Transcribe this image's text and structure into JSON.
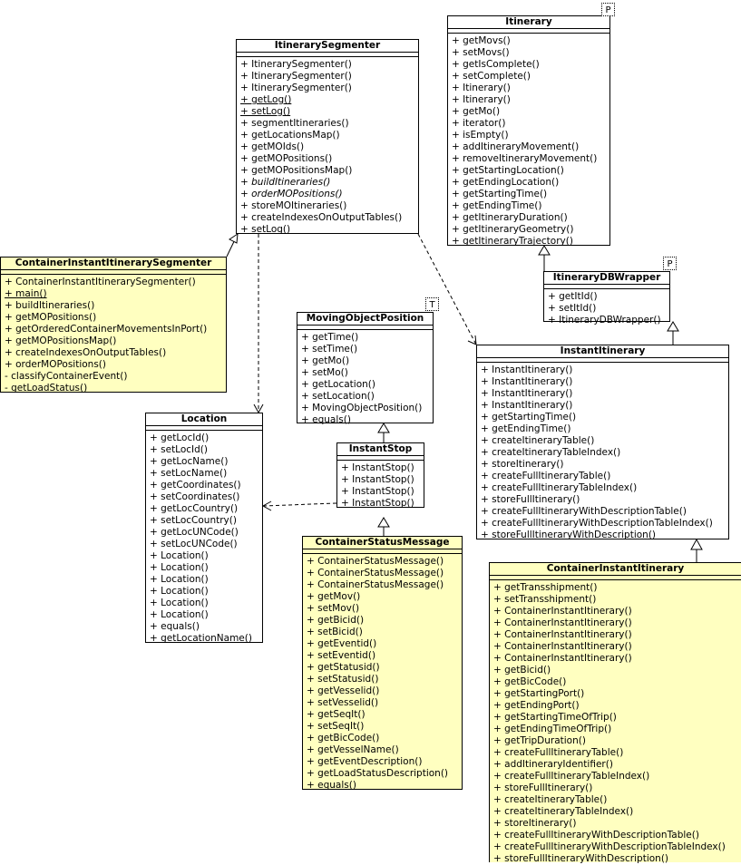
{
  "classes": {
    "itinerary_segmenter": {
      "name": "ItinerarySegmenter",
      "ops": [
        "+ ItinerarySegmenter()",
        "+ ItinerarySegmenter()",
        "+ ItinerarySegmenter()",
        "+ getLog()",
        "+ setLog()",
        "+ segmentItineraries()",
        "+ getLocationsMap()",
        "+ getMOIds()",
        "+ getMOPositions()",
        "+ getMOPositionsMap()",
        "+ buildItineraries()",
        "+ orderMOPositions()",
        "+ storeMOItineraries()",
        "+ createIndexesOnOutputTables()",
        "+ setLog()"
      ]
    },
    "itinerary": {
      "name": "Itinerary",
      "type_param": "P",
      "ops": [
        "+ getMovs()",
        "+ setMovs()",
        "+ getIsComplete()",
        "+ setComplete()",
        "+ Itinerary()",
        "+ Itinerary()",
        "+ getMo()",
        "+ iterator()",
        "+ isEmpty()",
        "+ addItineraryMovement()",
        "+ removeItineraryMovement()",
        "+ getStartingLocation()",
        "+ getEndingLocation()",
        "+ getStartingTime()",
        "+ getEndingTime()",
        "+ getItineraryDuration()",
        "+ getItineraryGeometry()",
        "+ getItineraryTrajectory()"
      ]
    },
    "container_segmenter": {
      "name": "ContainerInstantItinerarySegmenter",
      "ops": [
        "+ ContainerInstantItinerarySegmenter()",
        "+ main()",
        "+ buildItineraries()",
        "+ getMOPositions()",
        "+ getOrderedContainerMovementsInPort()",
        "+ getMOPositionsMap()",
        "+ createIndexesOnOutputTables()",
        "+ orderMOPositions()",
        "- classifyContainerEvent()",
        "- getLoadStatus()"
      ]
    },
    "itinerary_db_wrapper": {
      "name": "ItineraryDBWrapper",
      "type_param": "P",
      "ops": [
        "+ getItId()",
        "+ setItId()",
        "+ ItineraryDBWrapper()"
      ]
    },
    "moving_object_position": {
      "name": "MovingObjectPosition",
      "type_param": "T",
      "ops": [
        "+ getTime()",
        "+ setTime()",
        "+ getMo()",
        "+ setMo()",
        "+ getLocation()",
        "+ setLocation()",
        "+ MovingObjectPosition()",
        "+ equals()"
      ]
    },
    "instant_itinerary": {
      "name": "InstantItinerary",
      "ops": [
        "+ InstantItinerary()",
        "+ InstantItinerary()",
        "+ InstantItinerary()",
        "+ InstantItinerary()",
        "+ getStartingTime()",
        "+ getEndingTime()",
        "+ createItineraryTable()",
        "+ createItineraryTableIndex()",
        "+ storeItinerary()",
        "+ createFullItineraryTable()",
        "+ createFullItineraryTableIndex()",
        "+ storeFullItinerary()",
        "+ createFullItineraryWithDescriptionTable()",
        "+ createFullItineraryWithDescriptionTableIndex()",
        "+ storeFullItineraryWithDescription()"
      ]
    },
    "location": {
      "name": "Location",
      "ops": [
        "+ getLocId()",
        "+ setLocId()",
        "+ getLocName()",
        "+ setLocName()",
        "+ getCoordinates()",
        "+ setCoordinates()",
        "+ getLocCountry()",
        "+ setLocCountry()",
        "+ getLocUNCode()",
        "+ setLocUNCode()",
        "+ Location()",
        "+ Location()",
        "+ Location()",
        "+ Location()",
        "+ Location()",
        "+ Location()",
        "+ equals()",
        "+ getLocationName()"
      ]
    },
    "instant_stop": {
      "name": "InstantStop",
      "ops": [
        "+ InstantStop()",
        "+ InstantStop()",
        "+ InstantStop()",
        "+ InstantStop()"
      ]
    },
    "container_status_message": {
      "name": "ContainerStatusMessage",
      "ops": [
        "+ ContainerStatusMessage()",
        "+ ContainerStatusMessage()",
        "+ ContainerStatusMessage()",
        "+ getMov()",
        "+ setMov()",
        "+ getBicid()",
        "+ setBicid()",
        "+ getEventid()",
        "+ setEventid()",
        "+ getStatusid()",
        "+ setStatusid()",
        "+ getVesselid()",
        "+ setVesselid()",
        "+ getSeqIt()",
        "+ setSeqIt()",
        "+ getBicCode()",
        "+ getVesselName()",
        "+ getEventDescription()",
        "+ getLoadStatusDescription()",
        "+ equals()"
      ]
    },
    "container_instant_itinerary": {
      "name": "ContainerInstantItinerary",
      "ops": [
        "+ getTransshipment()",
        "+ setTransshipment()",
        "+ ContainerInstantItinerary()",
        "+ ContainerInstantItinerary()",
        "+ ContainerInstantItinerary()",
        "+ ContainerInstantItinerary()",
        "+ ContainerInstantItinerary()",
        "+ getBicid()",
        "+ getBicCode()",
        "+ getStartingPort()",
        "+ getEndingPort()",
        "+ getStartingTimeOfTrip()",
        "+ getEndingTimeOfTrip()",
        "+ getTripDuration()",
        "+ createFullItineraryTable()",
        "+ addItineraryIdentifier()",
        "+ createFullItineraryTableIndex()",
        "+ storeFullItinerary()",
        "+ createItineraryTable()",
        "+ createItineraryTableIndex()",
        "+ storeItinerary()",
        "+ createFullItineraryWithDescriptionTable()",
        "+ createFullItineraryWithDescriptionTableIndex()",
        "+ storeFullItineraryWithDescription()"
      ]
    }
  },
  "colors": {
    "highlight": "#ffffc0",
    "line": "#000000"
  }
}
